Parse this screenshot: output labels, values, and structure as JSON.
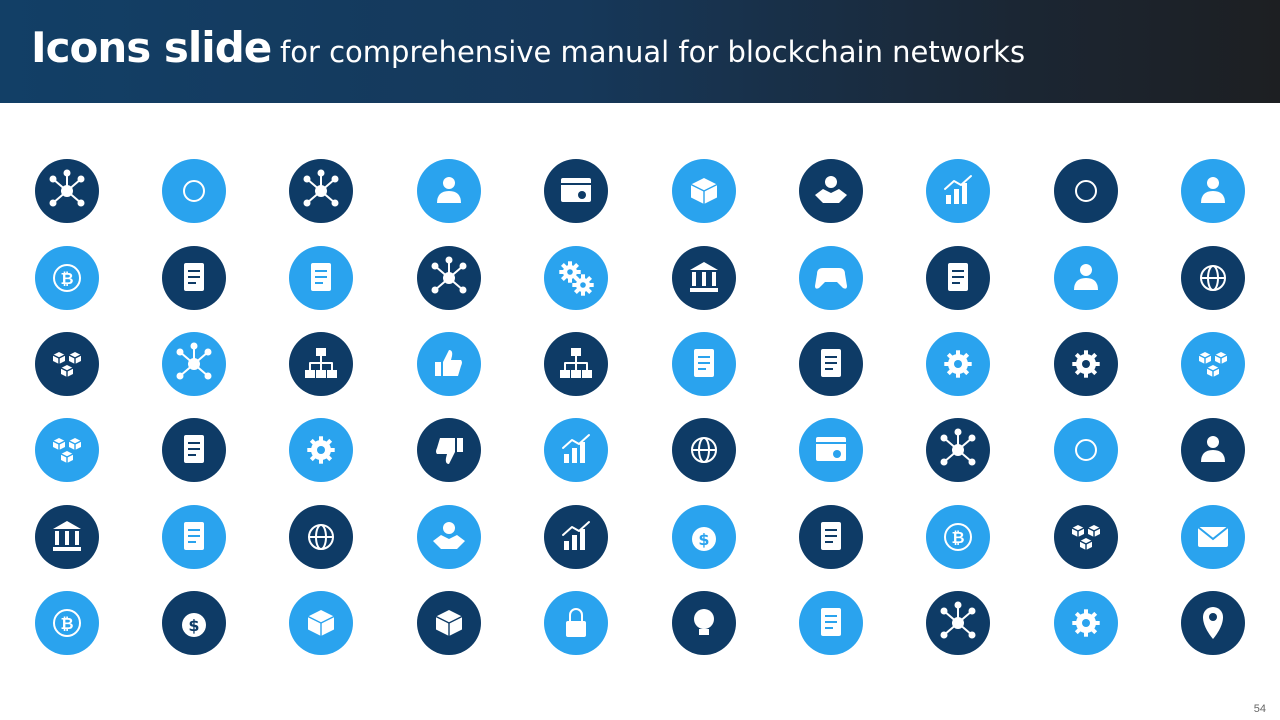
{
  "slide": {
    "title_bold": "Icons slide",
    "title_rest": "for comprehensive manual for blockchain networks",
    "page_number": "54"
  },
  "colors": {
    "dark": "#0e3b66",
    "light": "#2aa3ee",
    "glyph": "#ffffff"
  },
  "icons": [
    [
      "blockchain-network-icon",
      "crypto-distribution-icon",
      "node-network-icon",
      "businessman-icon",
      "database-settings-icon",
      "cube-arrows-icon",
      "donate-handshake-icon",
      "performance-gauge-icon",
      "global-corporation-icon",
      "team-cycle-icon"
    ],
    [
      "bitcoin-circuit-icon",
      "document-search-icon",
      "checklist-approved-icon",
      "crypto-exchange-network-icon",
      "gears-icon",
      "bank-building-icon",
      "game-controller-icon",
      "document-chip-icon",
      "gear-user-icon",
      "buildings-globe-icon"
    ],
    [
      "cube-chain-icon",
      "padlock-network-icon",
      "hierarchy-structure-icon",
      "thumbs-up-check-icon",
      "cloud-hierarchy-icon",
      "clipboard-checklist-icon",
      "clipboard-settings-icon",
      "puzzle-gear-icon",
      "gear-growth-chart-icon",
      "cube-cluster-icon"
    ],
    [
      "hexagon-cubes-icon",
      "invoice-coins-icon",
      "clipboard-gear-icon",
      "thumbs-down-icon",
      "trading-chart-icon",
      "globe-circuit-icon",
      "browser-settings-icon",
      "user-network-icon",
      "crypto-circuit-board-icon",
      "phone-user-icon"
    ],
    [
      "bank-dollar-icon",
      "contract-signing-icon",
      "mining-pick-globe-icon",
      "hands-diamond-icon",
      "idea-growth-chart-icon",
      "hand-coins-icon",
      "deal-document-icon",
      "bitcoin-coin-icon",
      "cubes-key-icon",
      "envelope-icon"
    ],
    [
      "crypto-polyhedron-icon",
      "money-bag-icon",
      "cube-box-icon",
      "cube-chip-icon",
      "secure-browser-icon",
      "lightbulb-crypto-icon",
      "checklist-metrics-icon",
      "network-hub-icon",
      "briefcase-gear-icon",
      "location-pin-icon"
    ]
  ]
}
